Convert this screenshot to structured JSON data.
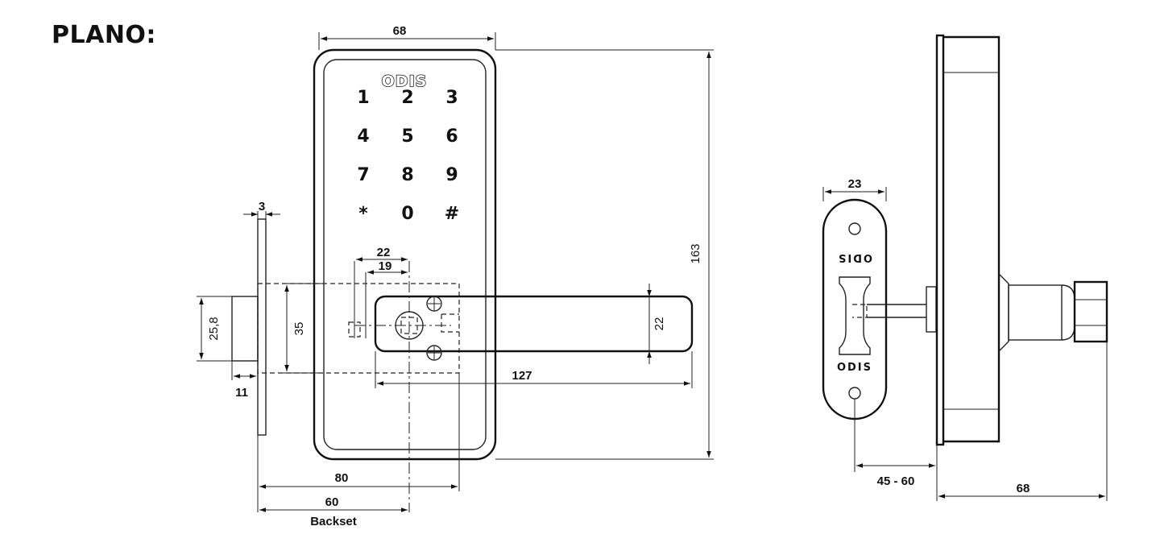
{
  "title": "PLANO:",
  "front_view": {
    "brand": "ODIS",
    "keys": [
      "1",
      "2",
      "3",
      "4",
      "5",
      "6",
      "7",
      "8",
      "9",
      "*",
      "0",
      "#"
    ],
    "dimensions": {
      "width_top": "68",
      "height_total": "163",
      "dim_22_top": "22",
      "dim_19": "19",
      "handle_height": "22",
      "handle_length": "127",
      "latch_height": "35",
      "latch_face": "25,8",
      "plate_thickness": "3",
      "latch_depth": "11",
      "overall_80": "80",
      "backset_value": "60",
      "backset_label": "Backset"
    }
  },
  "side_view": {
    "brand_top": "ODIS",
    "brand_bottom": "ODIS",
    "dimensions": {
      "strike_width": "23",
      "door_thickness": "45 - 60",
      "depth": "68"
    }
  }
}
